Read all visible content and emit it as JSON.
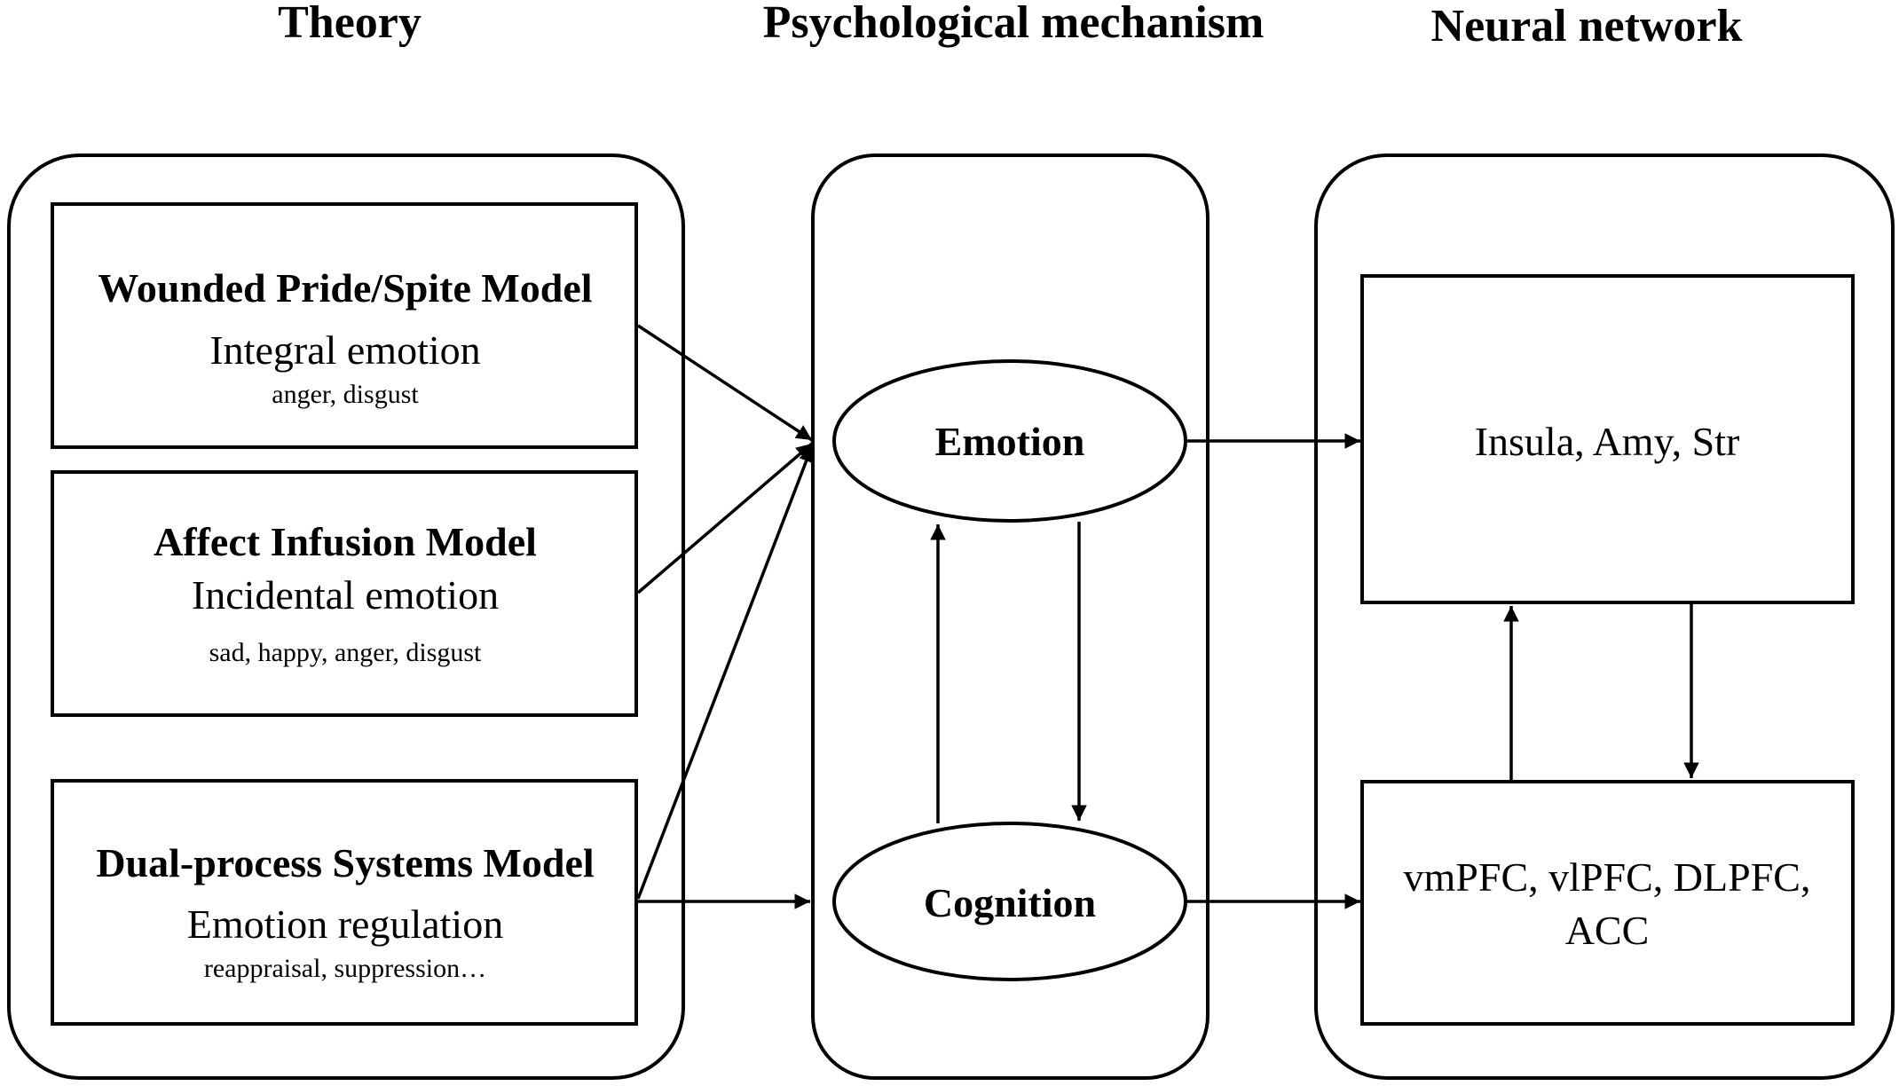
{
  "headers": {
    "theory": "Theory",
    "mechanism": "Psychological mechanism",
    "network": "Neural network"
  },
  "theories": [
    {
      "title": "Wounded Pride/Spite Model",
      "subtitle": "Integral emotion",
      "examples": "anger, disgust"
    },
    {
      "title": "Affect Infusion Model",
      "subtitle": "Incidental emotion",
      "examples": "sad, happy, anger, disgust"
    },
    {
      "title": "Dual-process Systems Model",
      "subtitle": "Emotion regulation",
      "examples": "reappraisal, suppression…"
    }
  ],
  "mechanisms": {
    "emotion": "Emotion",
    "cognition": "Cognition"
  },
  "networks": {
    "emotion_regions": "Insula, Amy, Str",
    "cognition_regions_line1": "vmPFC, vlPFC, DLPFC,",
    "cognition_regions_line2": "ACC"
  },
  "colors": {
    "line": "#000000",
    "background": "#ffffff"
  }
}
